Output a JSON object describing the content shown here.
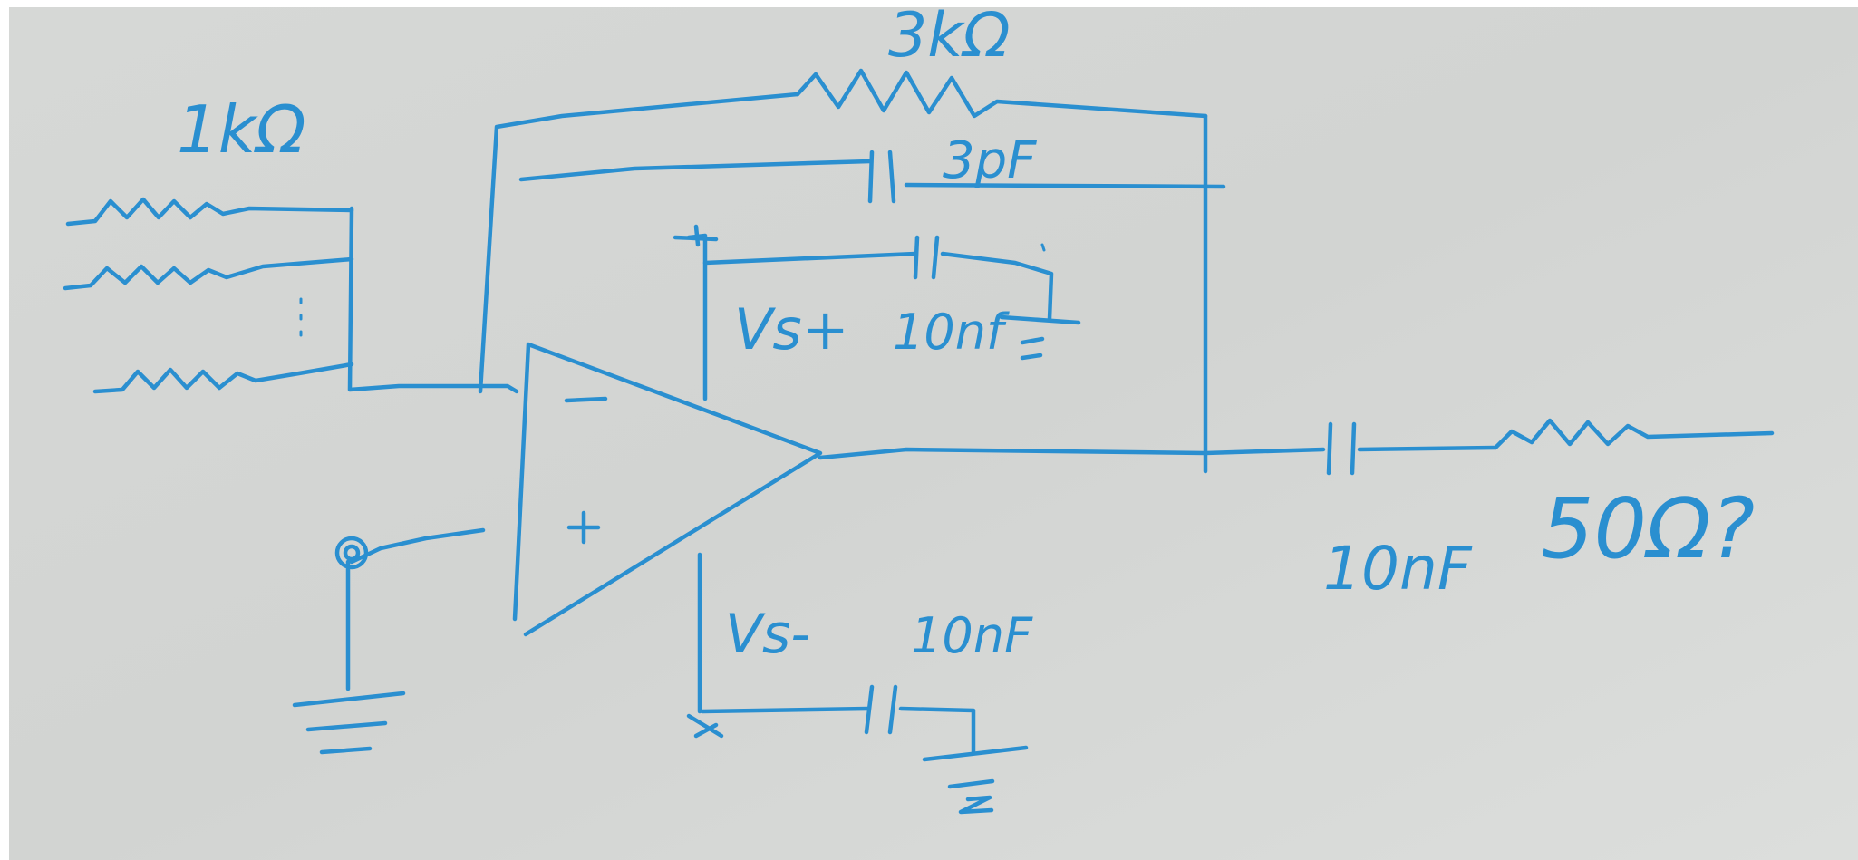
{
  "diagram": {
    "labels": {
      "input_resistor": "1kΩ",
      "feedback_resistor": "3kΩ",
      "feedback_capacitor": "3pF",
      "positive_supply": "Vs+",
      "positive_supply_cap": "10nf",
      "negative_supply": "Vs-",
      "negative_supply_cap": "10nF",
      "output_capacitor": "10nF",
      "load_resistor": "50Ω?",
      "opamp_minus": "−",
      "opamp_plus": "+"
    },
    "colors": {
      "ink": "#2a8fd0",
      "paper": "#cfd1cf",
      "paper_light": "#dcdedc",
      "border": "#ffffff"
    }
  }
}
